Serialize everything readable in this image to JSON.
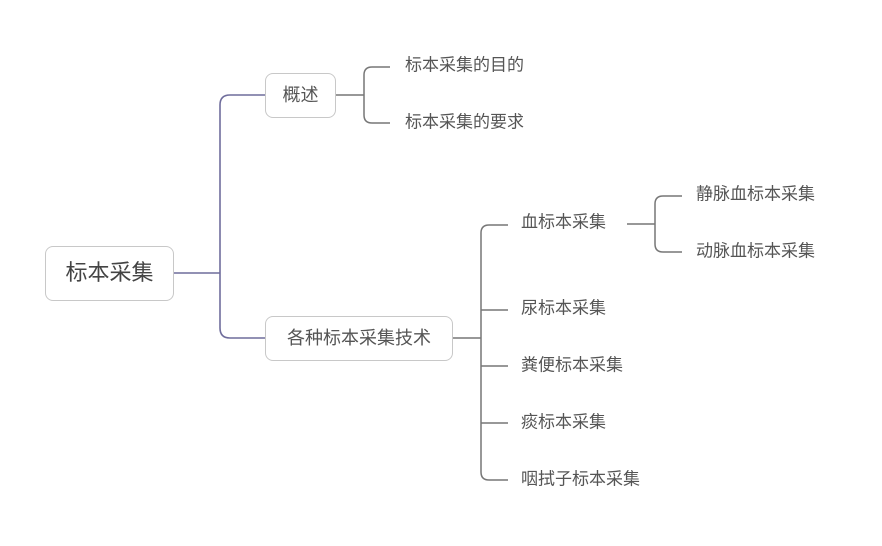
{
  "root": "标本采集",
  "branches": [
    {
      "label": "概述",
      "children": [
        "标本采集的目的",
        "标本采集的要求"
      ]
    },
    {
      "label": "各种标本采集技术",
      "children": [
        {
          "label": "血标本采集",
          "children": [
            "静脉血标本采集",
            "动脉血标本采集"
          ]
        },
        {
          "label": "尿标本采集"
        },
        {
          "label": "粪便标本采集"
        },
        {
          "label": "痰标本采集"
        },
        {
          "label": "咽拭子标本采集"
        }
      ]
    }
  ],
  "colors": {
    "root_line": "#6f6d9c",
    "branch_line": "#777777",
    "box_border": "#c8c8c8"
  }
}
